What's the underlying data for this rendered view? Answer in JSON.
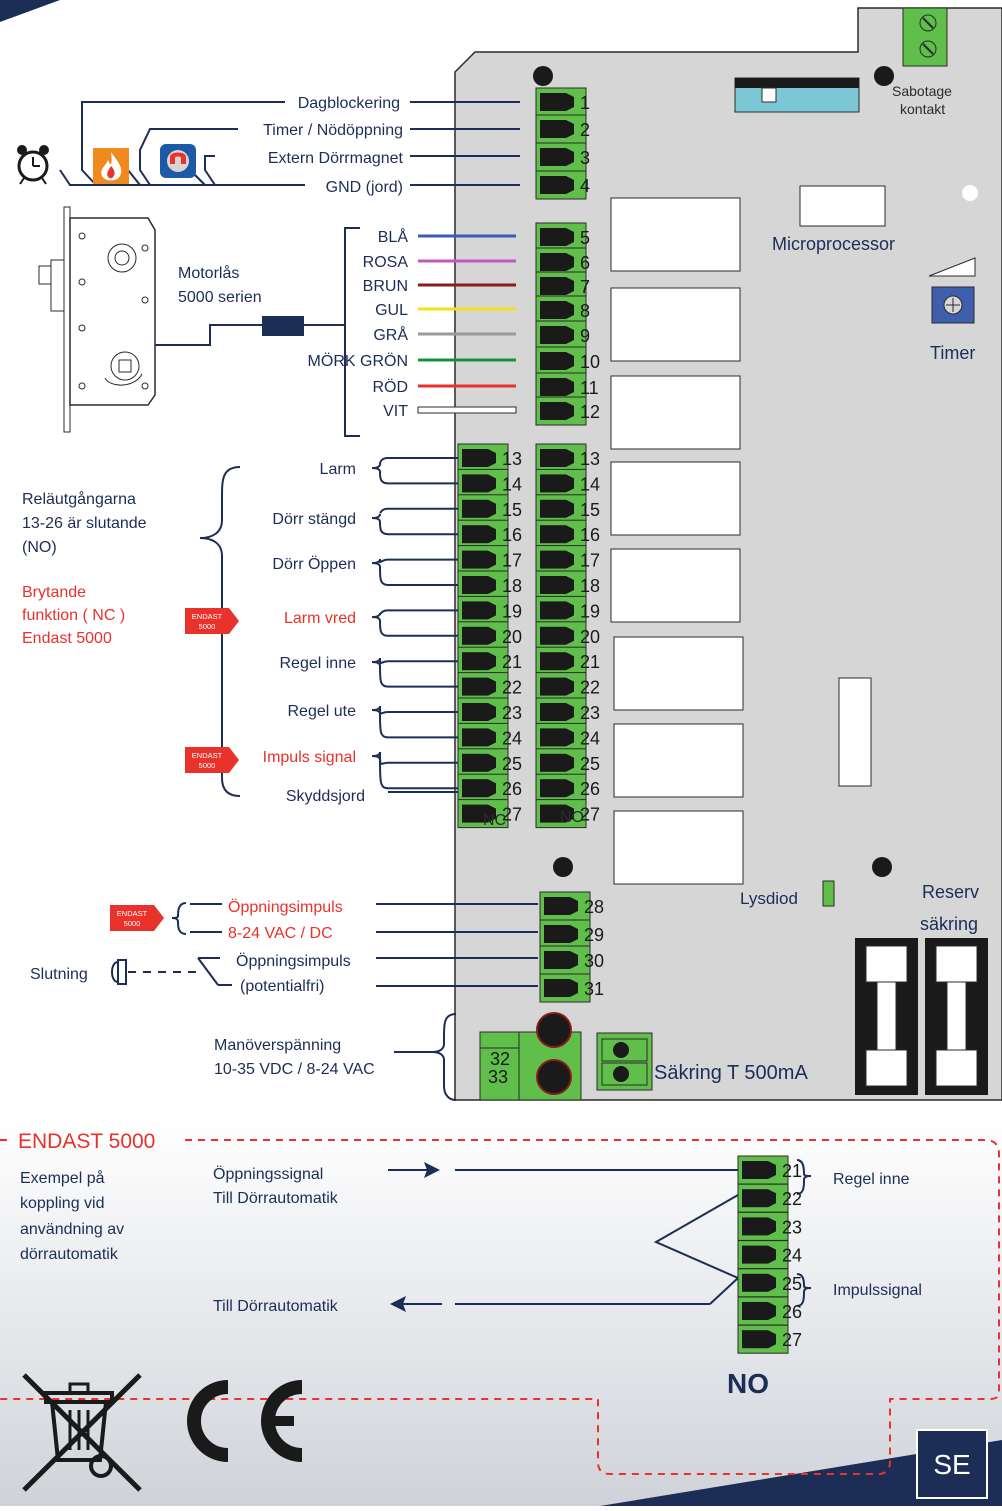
{
  "colors": {
    "navy": "#1c2d56",
    "red": "#e8322b",
    "green": "#5fbf4a",
    "board": "#d6d6d6"
  },
  "inputs": {
    "items": [
      "Dagblockering",
      "Timer / Nödöppning",
      "Extern Dörrmagnet",
      "GND (jord)"
    ],
    "terminals": [
      "1",
      "2",
      "3",
      "4"
    ],
    "icons": [
      "alarm-clock-icon",
      "fire-icon",
      "magnet-icon"
    ]
  },
  "board": {
    "sabotage": [
      "Sabotage",
      "kontakt"
    ],
    "microprocessor": "Microprocessor",
    "timer": "Timer",
    "lysdiod": "Lysdiod",
    "reserv": [
      "Reserv",
      "säkring"
    ],
    "fuse": "Säkring T 500mA"
  },
  "motor": {
    "title": [
      "Motorlås",
      "5000 serien"
    ],
    "wires": [
      {
        "label": "BLÅ",
        "color": "#3b5bb5",
        "terminal": "5"
      },
      {
        "label": "ROSA",
        "color": "#c158c0",
        "terminal": "6"
      },
      {
        "label": "BRUN",
        "color": "#8a1c1c",
        "terminal": "7"
      },
      {
        "label": "GUL",
        "color": "#f2e21a",
        "terminal": "8"
      },
      {
        "label": "GRÅ",
        "color": "#9b9b9b",
        "terminal": "9"
      },
      {
        "label": "MÖRK GRÖN",
        "color": "#14913a",
        "terminal": "10"
      },
      {
        "label": "RÖD",
        "color": "#e8322b",
        "terminal": "11"
      },
      {
        "label": "VIT",
        "color": "#ffffff",
        "terminal": "12"
      }
    ]
  },
  "relay": {
    "note": [
      "Reläutgångarna",
      "13-26 är slutande",
      "(NO)"
    ],
    "note_red": [
      "Brytande",
      "funktion ( NC )",
      "Endast 5000"
    ],
    "items": [
      {
        "label": "Larm",
        "red": false,
        "badge": false
      },
      {
        "label": "Dörr stängd",
        "red": false,
        "badge": false
      },
      {
        "label": "Dörr Öppen",
        "red": false,
        "badge": false
      },
      {
        "label": "Larm vred",
        "red": true,
        "badge": true
      },
      {
        "label": "Regel inne",
        "red": false,
        "badge": false
      },
      {
        "label": "Regel ute",
        "red": false,
        "badge": false
      },
      {
        "label": "Impuls signal",
        "red": true,
        "badge": true
      }
    ],
    "skyddsjord": "Skyddsjord",
    "terminals": [
      "13",
      "14",
      "15",
      "16",
      "17",
      "18",
      "19",
      "20",
      "21",
      "22",
      "23",
      "24",
      "25",
      "26",
      "27"
    ],
    "nc": "NC",
    "no": "NO",
    "badge": [
      "ENDAST",
      "5000"
    ]
  },
  "opening": {
    "impuls": "Öppningsimpuls",
    "voltage": "8-24 VAC / DC",
    "impuls2": "Öppningsimpuls",
    "potential": "(potentialfri)",
    "slutning": "Slutning",
    "terminals": [
      "28",
      "29",
      "30",
      "31"
    ]
  },
  "power": {
    "label": [
      "Manöverspänning",
      "10-35 VDC / 8-24 VAC"
    ],
    "terminals": [
      "32",
      "33"
    ]
  },
  "example": {
    "heading": "ENDAST 5000",
    "text": [
      "Exempel på",
      "koppling vid",
      "användning av",
      "dörrautomatik"
    ],
    "signal_in": [
      "Öppningssignal",
      "Till Dörrautomatik"
    ],
    "signal_out": "Till Dörrautomatik",
    "regel": "Regel inne",
    "impuls": "Impulssignal",
    "terminals": [
      "21",
      "22",
      "23",
      "24",
      "25",
      "26",
      "27"
    ],
    "no": "NO"
  },
  "footer": {
    "ce": "CE",
    "lang": "SE",
    "icons": [
      "weee-bin-icon",
      "ce-mark-icon"
    ]
  }
}
